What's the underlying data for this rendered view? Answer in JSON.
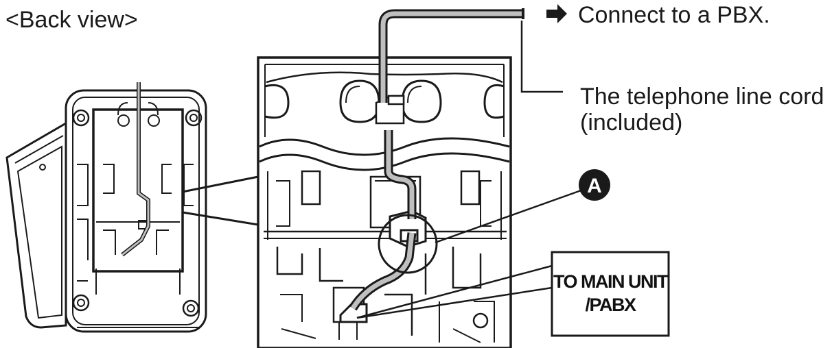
{
  "view_label": "<Back view>",
  "connect_label": "Connect to a PBX.",
  "cord_label_line1": "The telephone line cord",
  "cord_label_line2": "(included)",
  "callout_letter": "A",
  "jack_label_line1": "TO MAIN UNIT",
  "jack_label_line2": "/PABX",
  "icons": {
    "arrow": "arrow-right-icon"
  },
  "colors": {
    "ink": "#1a1a1a",
    "cord_fill": "#bfbfbf",
    "panel_gray": "#cfcfcf"
  }
}
